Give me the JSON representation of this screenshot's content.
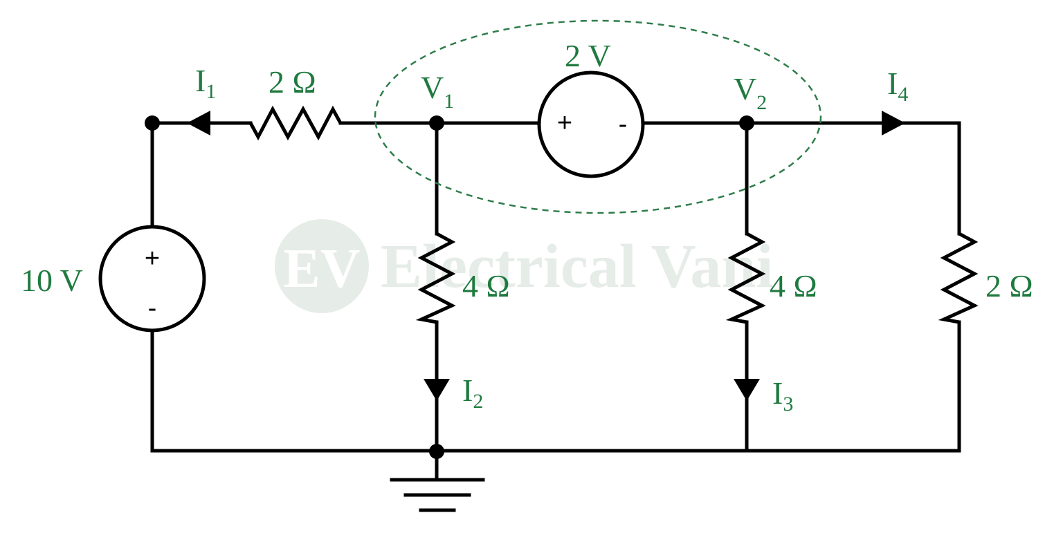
{
  "colors": {
    "label": "#1f7a3f",
    "wire": "#000000",
    "supernode_outline": "#2e7d4a",
    "watermark": "#e6ece8"
  },
  "watermark": {
    "logo_text": "EV",
    "name": "Electrical Vani"
  },
  "sources": {
    "v10": {
      "label": "10 V",
      "plus": "+",
      "minus": "-"
    },
    "v2": {
      "label": "2 V",
      "plus": "+",
      "minus": "-"
    }
  },
  "resistors": {
    "r_top": "2 Ω",
    "r_mid": "4 Ω",
    "r_right_mid": "4 Ω",
    "r_right": "2 Ω"
  },
  "nodes": {
    "v1": {
      "main": "V",
      "sub": "1"
    },
    "v2": {
      "main": "V",
      "sub": "2"
    }
  },
  "currents": {
    "i1": {
      "main": "I",
      "sub": "1"
    },
    "i2": {
      "main": "I",
      "sub": "2"
    },
    "i3": {
      "main": "I",
      "sub": "3"
    },
    "i4": {
      "main": "I",
      "sub": "4"
    }
  }
}
